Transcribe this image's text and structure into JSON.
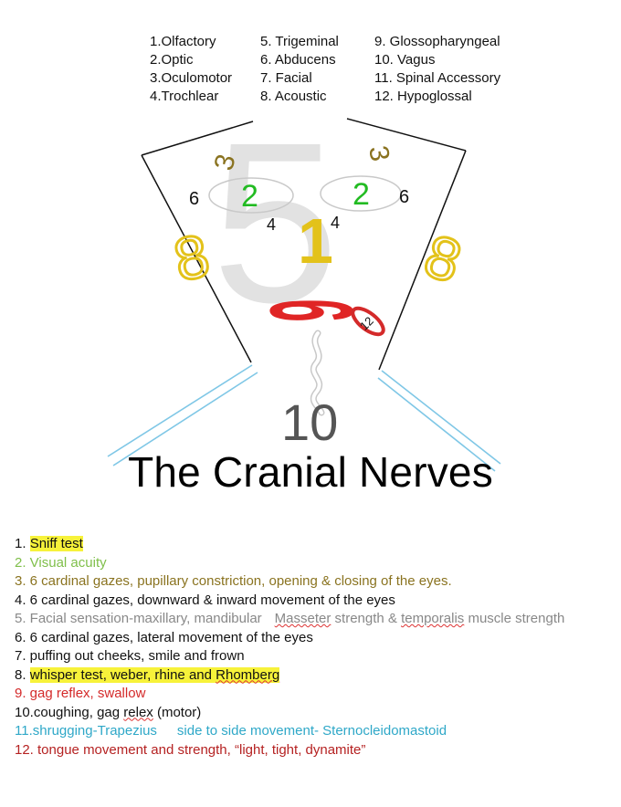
{
  "nerve_legend": {
    "col1": [
      "1.Olfactory",
      "2.Optic",
      "3.Oculomotor",
      "4.Trochlear"
    ],
    "col2": [
      "5. Trigeminal",
      "6. Abducens",
      "7. Facial",
      "8. Acoustic"
    ],
    "col3": [
      "9. Glossopharyngeal",
      "10. Vagus",
      "11. Spinal Accessory",
      "12. Hypoglossal"
    ]
  },
  "face_labels": {
    "n1": "1",
    "n2": "2",
    "n3": "3",
    "n4": "4",
    "n5": "5",
    "n6": "6",
    "n8": "8",
    "n9": "9",
    "n10": "10",
    "n12": "12"
  },
  "title": "The Cranial Nerves",
  "tests": {
    "t1": {
      "num": "1.",
      "text": "Sniff test"
    },
    "t2": "2. Visual acuity",
    "t3": "3. 6 cardinal gazes, pupillary constriction, opening & closing of the eyes.",
    "t4": "4. 6 cardinal gazes, downward & inward movement of the eyes",
    "t5": {
      "a": "5. Facial sensation-maxillary, mandibular",
      "b": "Masseter",
      "c": "strength &",
      "d": "temporalis",
      "e": "muscle strength"
    },
    "t6": "6. 6 cardinal gazes, lateral movement of the eyes",
    "t7": "7. puffing out cheeks, smile and frown",
    "t8": {
      "num": "8.",
      "text": "whisper test, weber, rhine and",
      "word": "Rhomberg"
    },
    "t9": "9. gag reflex, swallow",
    "t10": {
      "a": "10.coughing, gag",
      "b": "relex",
      "c": "(motor)"
    },
    "t11": {
      "a": "11.shrugging-Trapezius",
      "b": "side to side movement- Sternocleidomastoid"
    },
    "t12": "12. tongue movement and strength, “light, tight, dynamite”"
  },
  "colors": {
    "olfactory_highlight": "#f7f23a",
    "optic": "#7fbf4a",
    "oculomotor": "#8a7320",
    "trochlear": "#111111",
    "trigeminal": "#888888",
    "abducens": "#111111",
    "facial": "#111111",
    "acoustic_highlight": "#f7f23a",
    "glossopharyngeal": "#d42a2a",
    "vagus": "#111111",
    "spinal_accessory": "#2fa8c8",
    "hypoglossal": "#b52222",
    "eye_2_green": "#22bb22",
    "gold": "#e3c21a",
    "big5_gray": "#e2e2e2"
  }
}
